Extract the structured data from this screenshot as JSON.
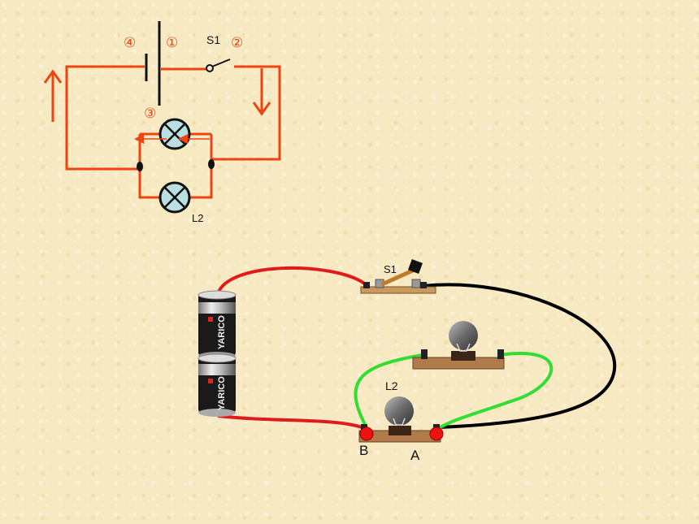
{
  "schematic": {
    "labels": {
      "num4": "④",
      "num1": "①",
      "s1": "S1",
      "num2": "②",
      "num3": "③",
      "l2": "L2"
    }
  },
  "photo": {
    "labels": {
      "s1": "S1",
      "l2": "L2",
      "b": "B",
      "a": "A",
      "battery_brand": "YARICO"
    }
  },
  "colors": {
    "current_wire": "#ee4411",
    "red_wire": "#e11b1b",
    "green_wire": "#33dd33",
    "black_wire": "#000000",
    "lamp_fill": "#b9dfe0",
    "board": "#b07a4a"
  }
}
